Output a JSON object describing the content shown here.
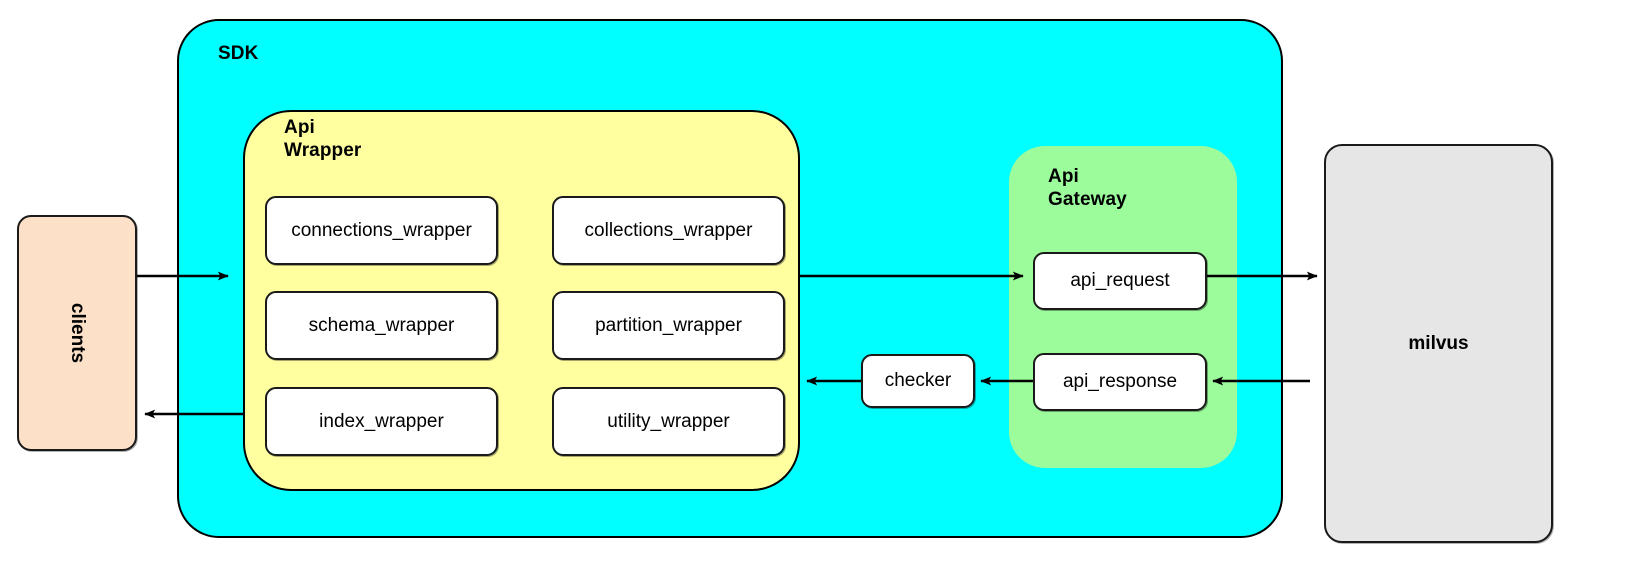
{
  "diagram": {
    "title_regions": {
      "sdk": "SDK",
      "api_wrapper": "Api\nWrapper",
      "api_gateway": "Api\nGateway"
    },
    "actors": {
      "clients": "clients",
      "milvus": "milvus"
    },
    "api_wrapper_nodes": [
      {
        "id": "connections_wrapper",
        "label": "connections_wrapper"
      },
      {
        "id": "collections_wrapper",
        "label": "collections_wrapper"
      },
      {
        "id": "schema_wrapper",
        "label": "schema_wrapper"
      },
      {
        "id": "partition_wrapper",
        "label": "partition_wrapper"
      },
      {
        "id": "index_wrapper",
        "label": "index_wrapper"
      },
      {
        "id": "utility_wrapper",
        "label": "utility_wrapper"
      }
    ],
    "api_gateway_nodes": [
      {
        "id": "api_request",
        "label": "api_request"
      },
      {
        "id": "api_response",
        "label": "api_response"
      }
    ],
    "middleware_nodes": [
      {
        "id": "checker",
        "label": "checker"
      }
    ],
    "edges": [
      {
        "from": "clients",
        "to": "api_wrapper",
        "direction": "right"
      },
      {
        "from": "api_wrapper",
        "to": "api_gateway",
        "direction": "right"
      },
      {
        "from": "api_request",
        "to": "milvus",
        "direction": "right"
      },
      {
        "from": "milvus",
        "to": "api_response",
        "direction": "left"
      },
      {
        "from": "api_response",
        "to": "checker",
        "direction": "left"
      },
      {
        "from": "checker",
        "to": "api_wrapper",
        "direction": "left"
      },
      {
        "from": "api_wrapper",
        "to": "clients",
        "direction": "left"
      }
    ],
    "colors": {
      "sdk_fill": "#00ffff",
      "api_wrapper_fill": "#ffffa0",
      "api_gateway_fill": "#9cfc9c",
      "clients_fill": "#fce0c8",
      "milvus_fill": "#e6e6e6",
      "node_fill": "#ffffff",
      "stroke": "#000000"
    }
  }
}
